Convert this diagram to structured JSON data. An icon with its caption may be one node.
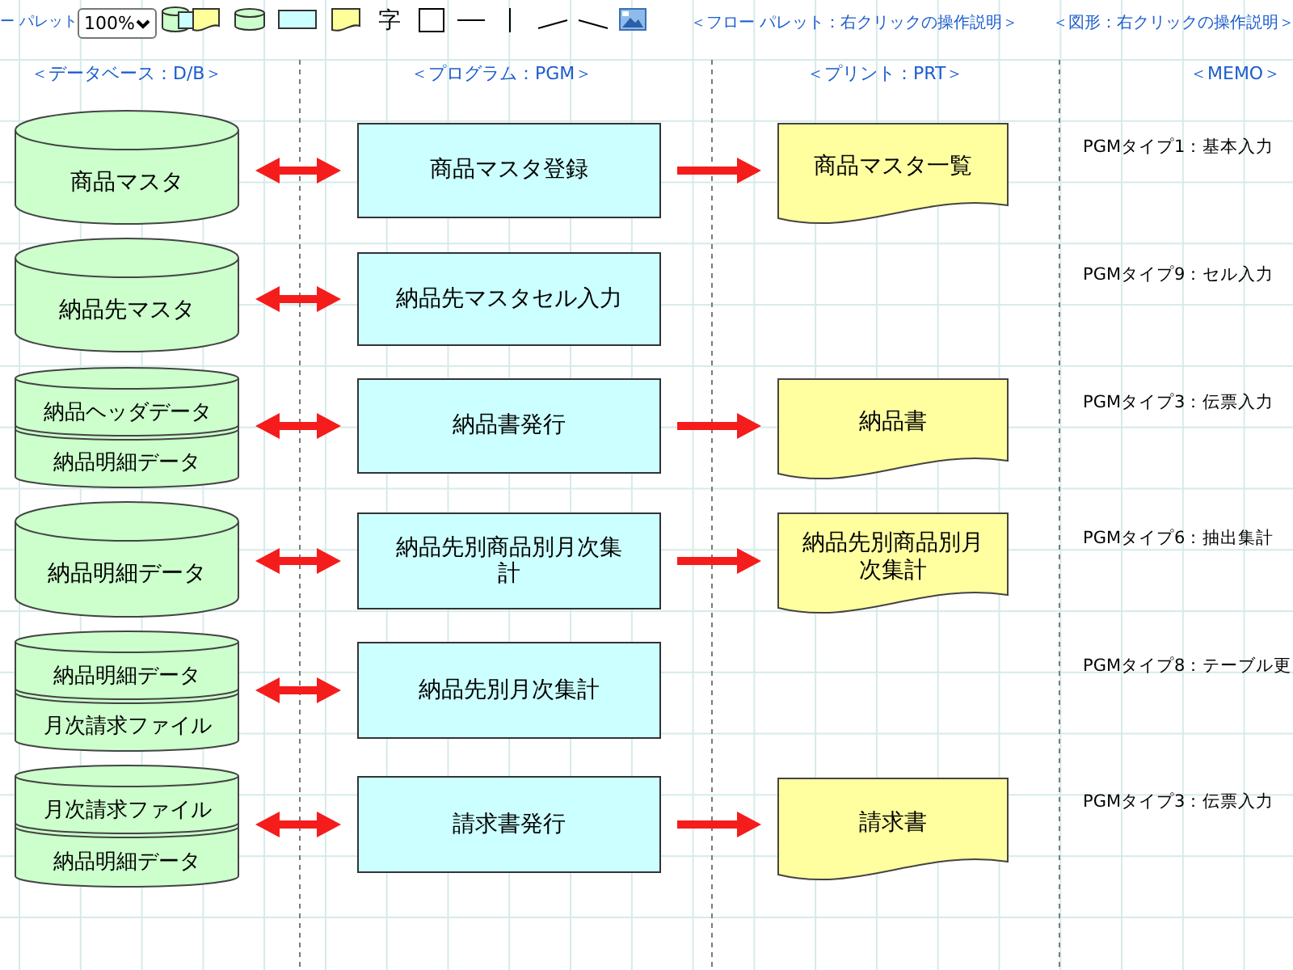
{
  "diagram": {
    "nodes": [
      {
        "text": [
          "商品マスタ"
        ]
      },
      {
        "text": [
          "商品マスタ登録"
        ]
      },
      {
        "text": [
          "商品マスタ一覧"
        ]
      },
      {
        "text": [
          "納品先マスタ"
        ]
      },
      {
        "text": [
          "納品先マスタセル入力"
        ]
      },
      {
        "text": [
          "納品ヘッダデータ",
          "納品明細データ"
        ]
      },
      {
        "text": [
          "納品書発行"
        ]
      },
      {
        "text": [
          "納品書"
        ]
      },
      {
        "text": [
          "納品明細データ"
        ]
      },
      {
        "text": [
          "納品先別商品別月次集計"
        ]
      },
      {
        "text": [
          "納品先別商品別月次集計"
        ]
      },
      {
        "text": [
          "納品明細データ",
          "月次請求ファイル"
        ]
      },
      {
        "text": [
          "納品先別月次集計"
        ]
      },
      {
        "text": [
          "月次請求ファイル",
          "納品明細データ"
        ]
      },
      {
        "text": [
          "請求書発行"
        ]
      },
      {
        "text": [
          "請求書"
        ]
      }
    ],
    "edges": [
      {
        "from": 0,
        "to": 1,
        "arrow": "both"
      },
      {
        "from": 1,
        "to": 2,
        "arrow": "to"
      },
      {
        "from": 3,
        "to": 4,
        "arrow": "both"
      },
      {
        "from": 5,
        "to": 6,
        "arrow": "both"
      },
      {
        "from": 6,
        "to": 7,
        "arrow": "to"
      },
      {
        "from": 8,
        "to": 9,
        "arrow": "both"
      },
      {
        "from": 9,
        "to": 10,
        "arrow": "to"
      },
      {
        "from": 11,
        "to": 12,
        "arrow": "both"
      },
      {
        "from": 13,
        "to": 14,
        "arrow": "both"
      },
      {
        "from": 14,
        "to": 15,
        "arrow": "to"
      }
    ],
    "labels": [
      "ー パレット",
      "100%",
      "字",
      "＜フロー パレット：右クリックの操作説明＞",
      "＜図形：右クリックの操作説明＞",
      "＜データベース：D/B＞",
      "＜プログラム：PGM＞",
      "＜プリント：PRT＞",
      "＜MEMO＞",
      "PGMタイプ1：基本入力",
      "PGMタイプ9：セル入力",
      "PGMタイプ3：伝票入力",
      "PGMタイプ6：抽出集計",
      "PGMタイプ8：テーブル更",
      "PGMタイプ3：伝票入力"
    ]
  }
}
